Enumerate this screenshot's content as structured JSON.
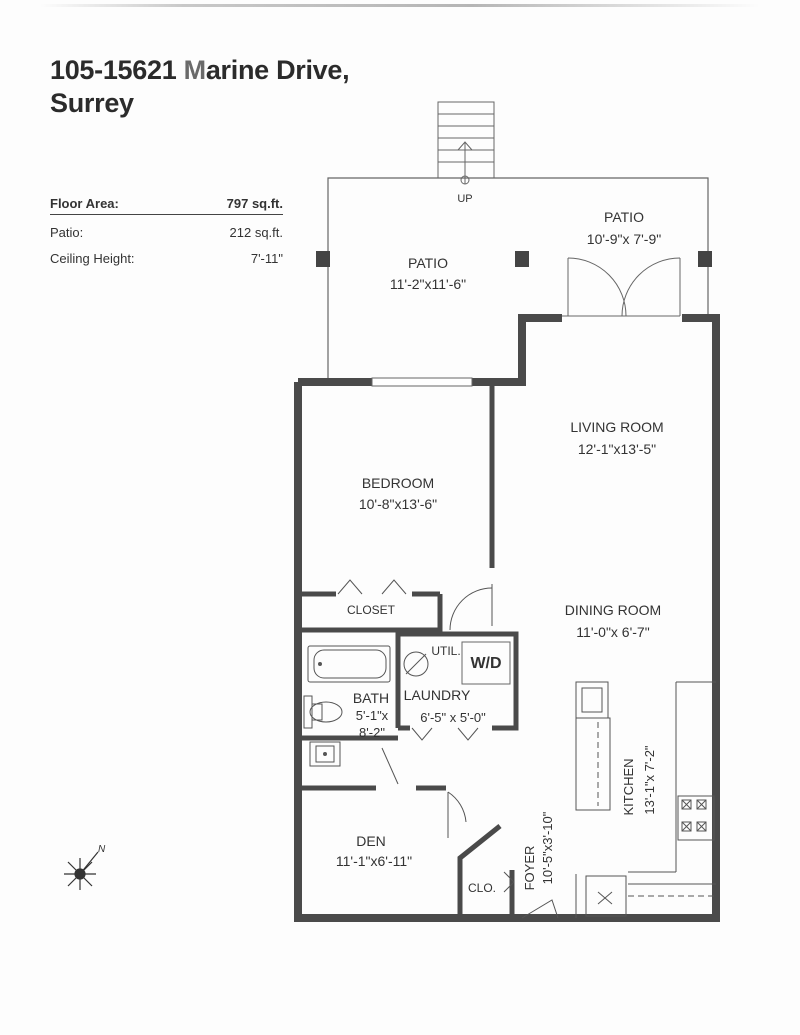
{
  "title": {
    "line1_prefix": "105-15621 ",
    "line1_accent": "M",
    "line1_suffix": "arine Drive,",
    "line2": "Surrey"
  },
  "info": {
    "floor_area_label": "Floor Area:",
    "floor_area_value": "797 sq.ft.",
    "patio_label": "Patio:",
    "patio_value": "212 sq.ft.",
    "ceiling_label": "Ceiling Height:",
    "ceiling_value": "7'-11\""
  },
  "rooms": {
    "up": "UP",
    "patio_right_name": "PATIO",
    "patio_right_dims": "10'-9\"x 7'-9\"",
    "patio_left_name": "PATIO",
    "patio_left_dims": "11'-2\"x11'-6\"",
    "living_name": "LIVING ROOM",
    "living_dims": "12'-1\"x13'-5\"",
    "bedroom_name": "BEDROOM",
    "bedroom_dims": "10'-8\"x13'-6\"",
    "dining_name": "DINING ROOM",
    "dining_dims": "11'-0\"x 6'-7\"",
    "closet": "CLOSET",
    "util": "UTIL.",
    "wd": "W/D",
    "bath_name": "BATH",
    "bath_dims1": "5'-1\"x",
    "bath_dims2": "8'-2\"",
    "laundry_name": "LAUNDRY",
    "laundry_dims": "6'-5\" x 5'-0\"",
    "kitchen_name": "KITCHEN",
    "kitchen_dims": "13'-1\"x 7'-2\"",
    "foyer_name": "FOYER",
    "foyer_dims": "10'-5\"x3'-10\"",
    "den_name": "DEN",
    "den_dims": "11'-1\"x6'-11\"",
    "clo": "CLO.",
    "north": "N"
  },
  "icons": [
    "stairs-icon",
    "north-compass-icon",
    "sink-icon",
    "toilet-icon",
    "bathtub-icon",
    "stove-icon",
    "water-heater-icon"
  ],
  "colors": {
    "wall": "#4a4a4a",
    "line": "#555555",
    "text": "#333333"
  }
}
